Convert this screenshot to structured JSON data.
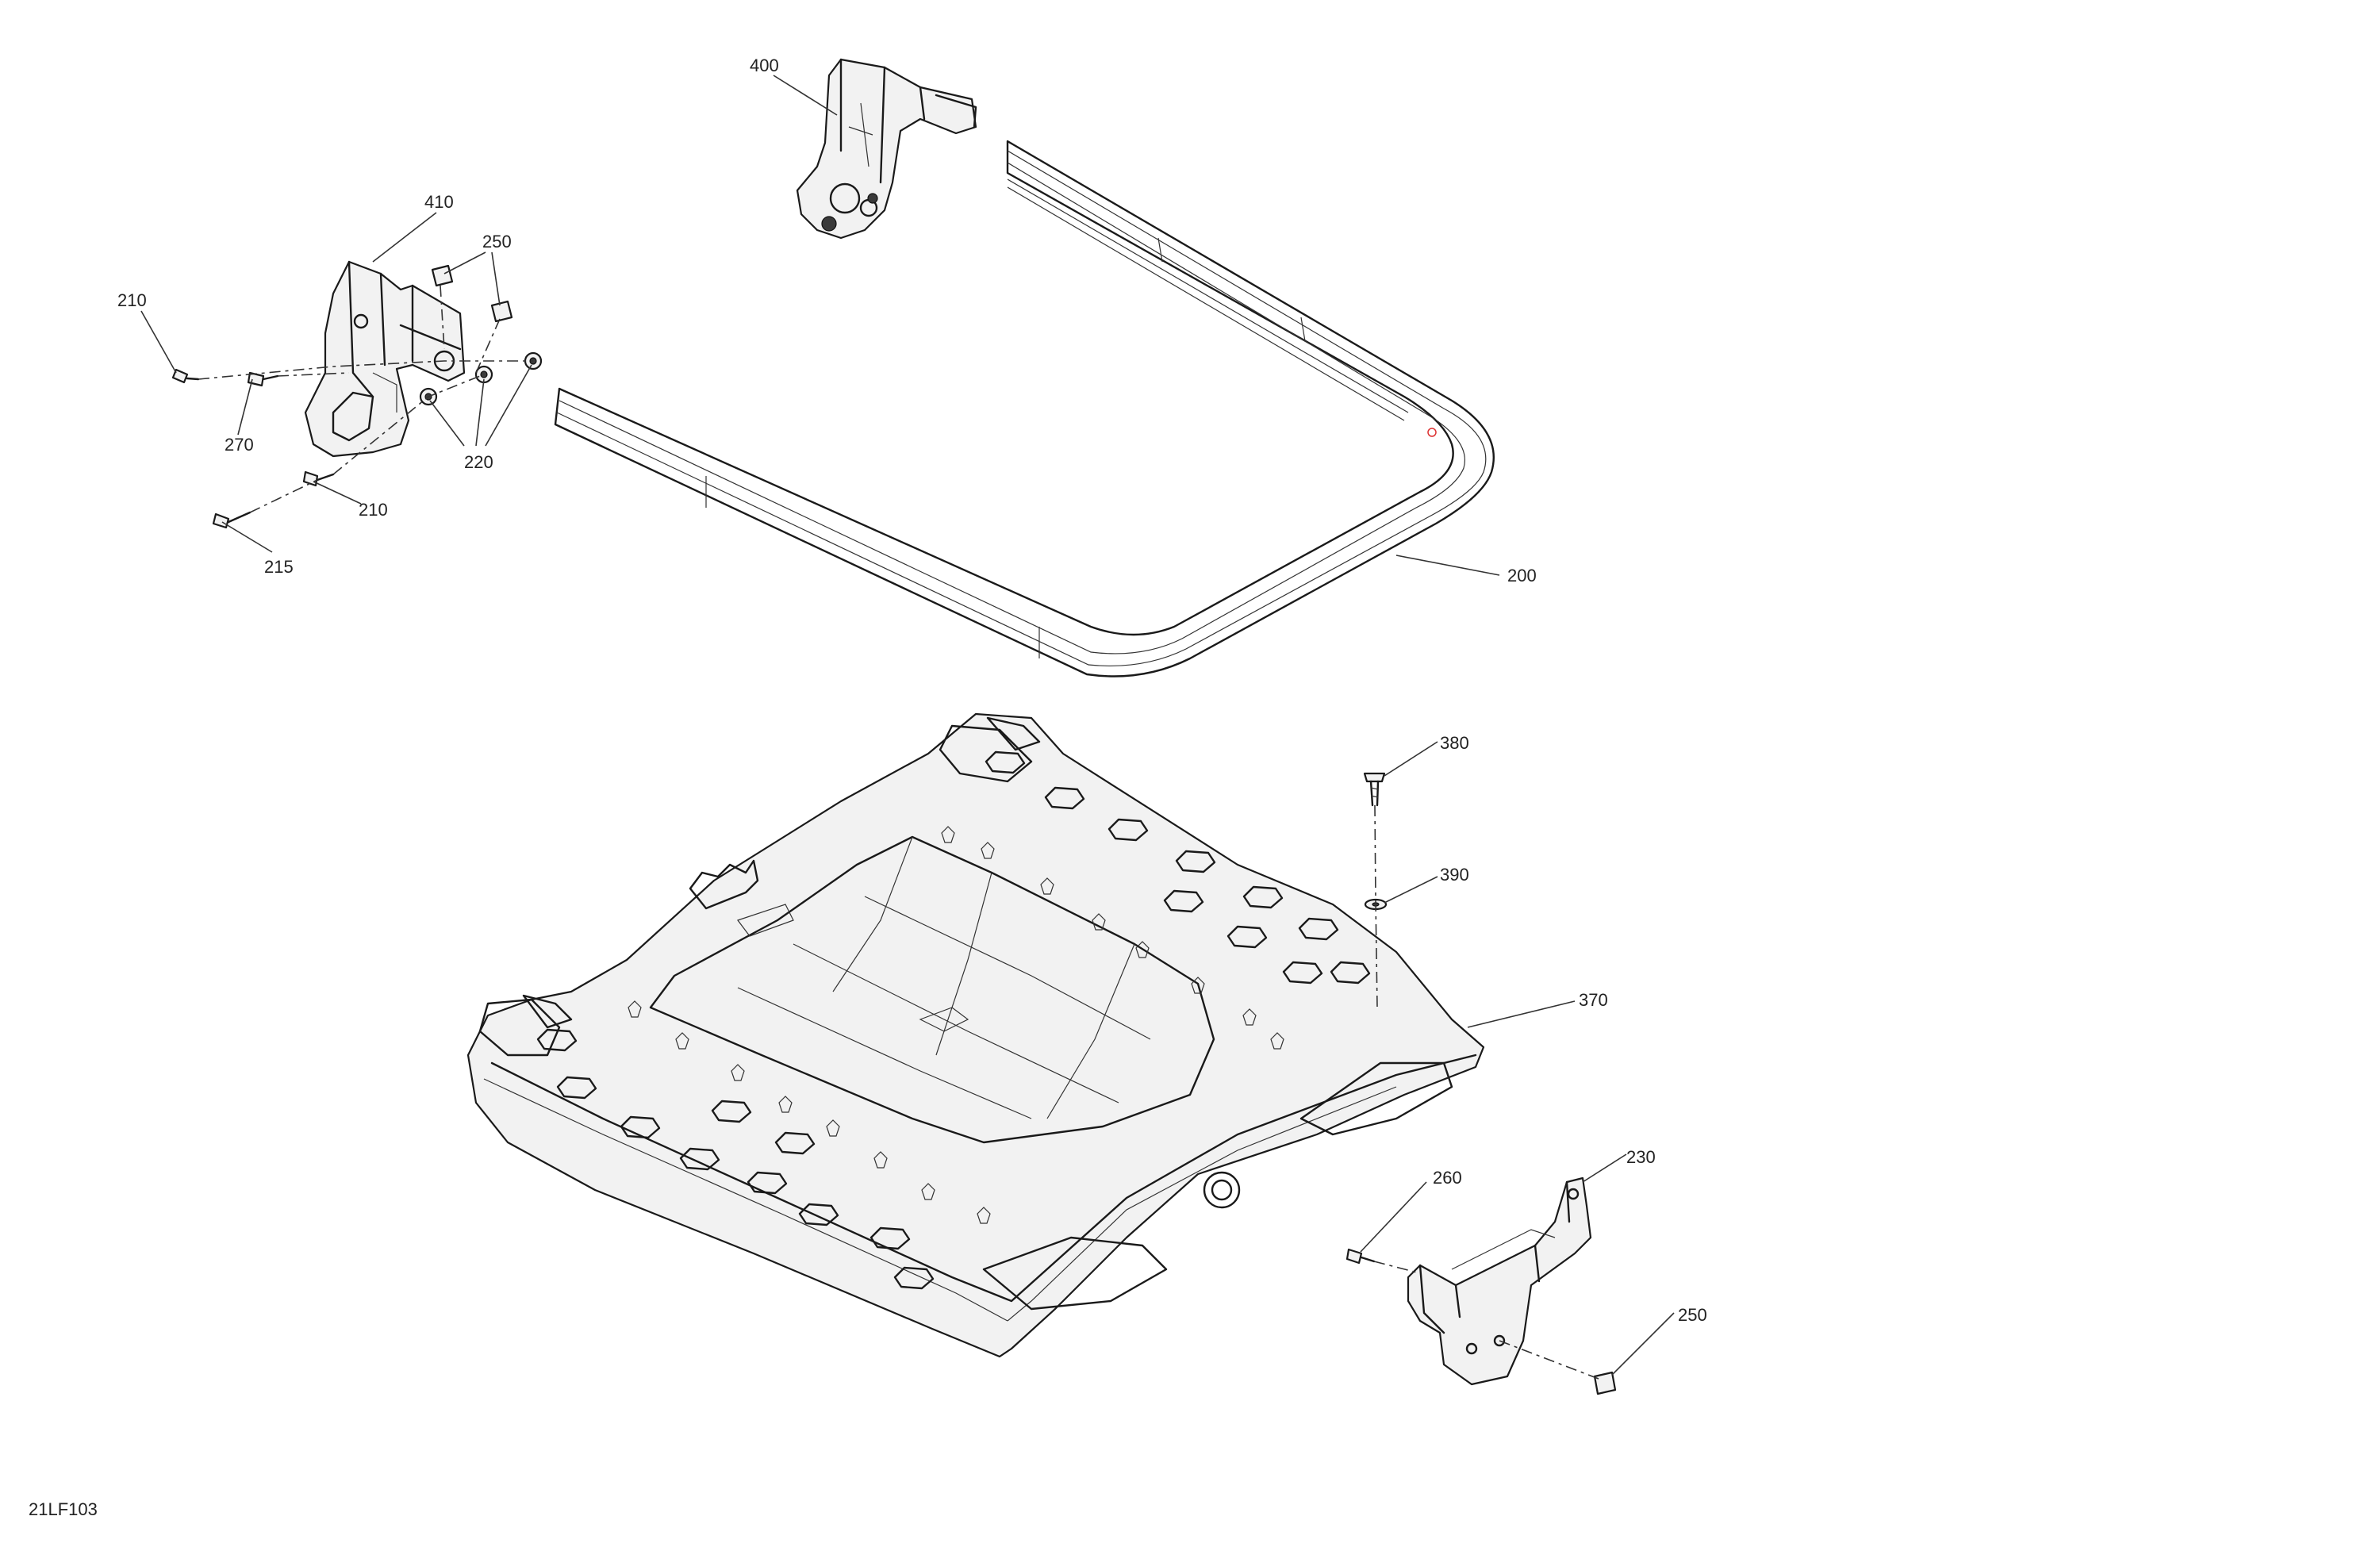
{
  "diagram": {
    "drawing_code": "21LF103",
    "callouts": {
      "c400": "400",
      "c410": "410",
      "c250a": "250",
      "c210a": "210",
      "c270": "270",
      "c220": "220",
      "c210b": "210",
      "c215": "215",
      "c200": "200",
      "c380": "380",
      "c390": "390",
      "c370": "370",
      "c260": "260",
      "c230": "230",
      "c250b": "250"
    }
  }
}
